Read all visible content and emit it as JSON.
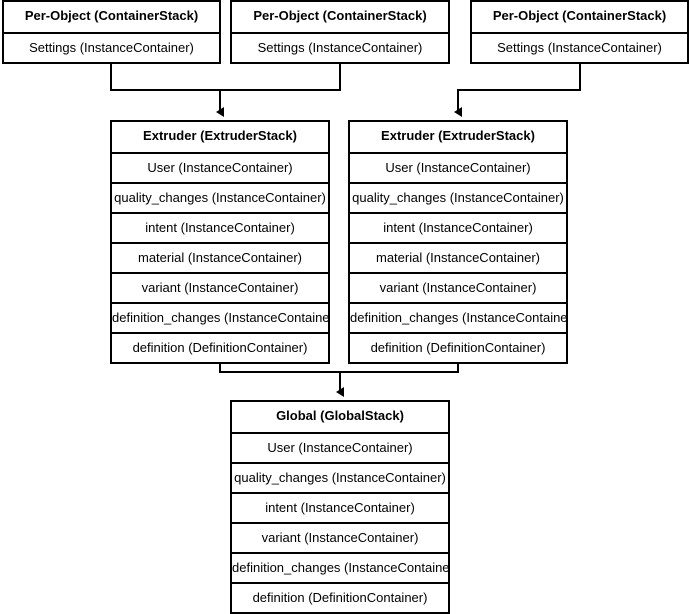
{
  "diagram": {
    "type": "container-stack-hierarchy",
    "background_color": "#ffffff",
    "line_color": "#000000",
    "text_color": "#000000",
    "nodes": [
      {
        "id": "per-object-1",
        "header": "Per-Object (ContainerStack)",
        "rows": [
          "Settings (InstanceContainer)"
        ]
      },
      {
        "id": "per-object-2",
        "header": "Per-Object (ContainerStack)",
        "rows": [
          "Settings (InstanceContainer)"
        ]
      },
      {
        "id": "per-object-3",
        "header": "Per-Object (ContainerStack)",
        "rows": [
          "Settings (InstanceContainer)"
        ]
      },
      {
        "id": "extruder-1",
        "header": "Extruder (ExtruderStack)",
        "rows": [
          "User (InstanceContainer)",
          "quality_changes (InstanceContainer)",
          "intent (InstanceContainer)",
          "material (InstanceContainer)",
          "variant (InstanceContainer)",
          "definition_changes (InstanceContainer)",
          "definition (DefinitionContainer)"
        ]
      },
      {
        "id": "extruder-2",
        "header": "Extruder (ExtruderStack)",
        "rows": [
          "User (InstanceContainer)",
          "quality_changes (InstanceContainer)",
          "intent (InstanceContainer)",
          "material (InstanceContainer)",
          "variant (InstanceContainer)",
          "definition_changes (InstanceContainer)",
          "definition (DefinitionContainer)"
        ]
      },
      {
        "id": "global",
        "header": "Global (GlobalStack)",
        "rows": [
          "User (InstanceContainer)",
          "quality_changes (InstanceContainer)",
          "intent (InstanceContainer)",
          "variant (InstanceContainer)",
          "definition_changes (InstanceContainer)",
          "definition (DefinitionContainer)"
        ]
      }
    ],
    "edges": [
      {
        "from": "per-object-1",
        "to": "extruder-1"
      },
      {
        "from": "per-object-2",
        "to": "extruder-1"
      },
      {
        "from": "per-object-3",
        "to": "extruder-2"
      },
      {
        "from": "extruder-1",
        "to": "global"
      },
      {
        "from": "extruder-2",
        "to": "global"
      }
    ]
  }
}
